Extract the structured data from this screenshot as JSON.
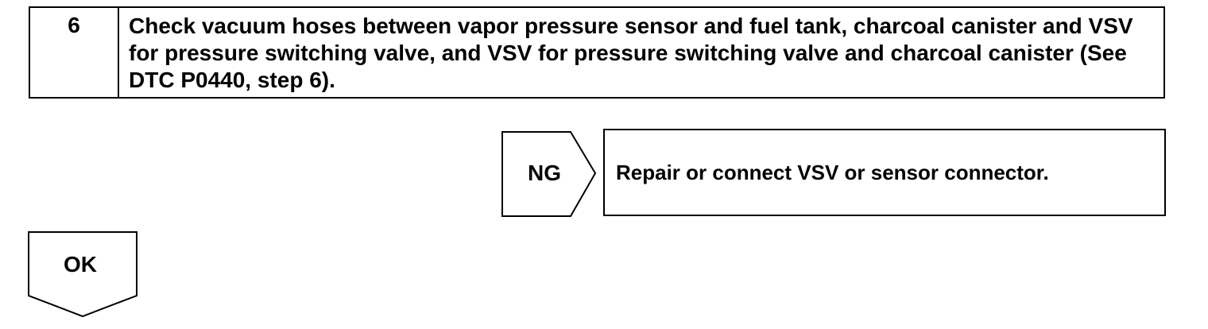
{
  "step": {
    "number": "6",
    "text": "Check vacuum hoses between vapor pressure sensor and fuel tank, charcoal canister and VSV for pressure switching valve, and VSV for pressure switching valve and charcoal canister (See DTC P0440, step 6)."
  },
  "ng_branch": {
    "label": "NG",
    "result": "Repair or connect VSV or sensor connector."
  },
  "ok_branch": {
    "label": "OK"
  }
}
